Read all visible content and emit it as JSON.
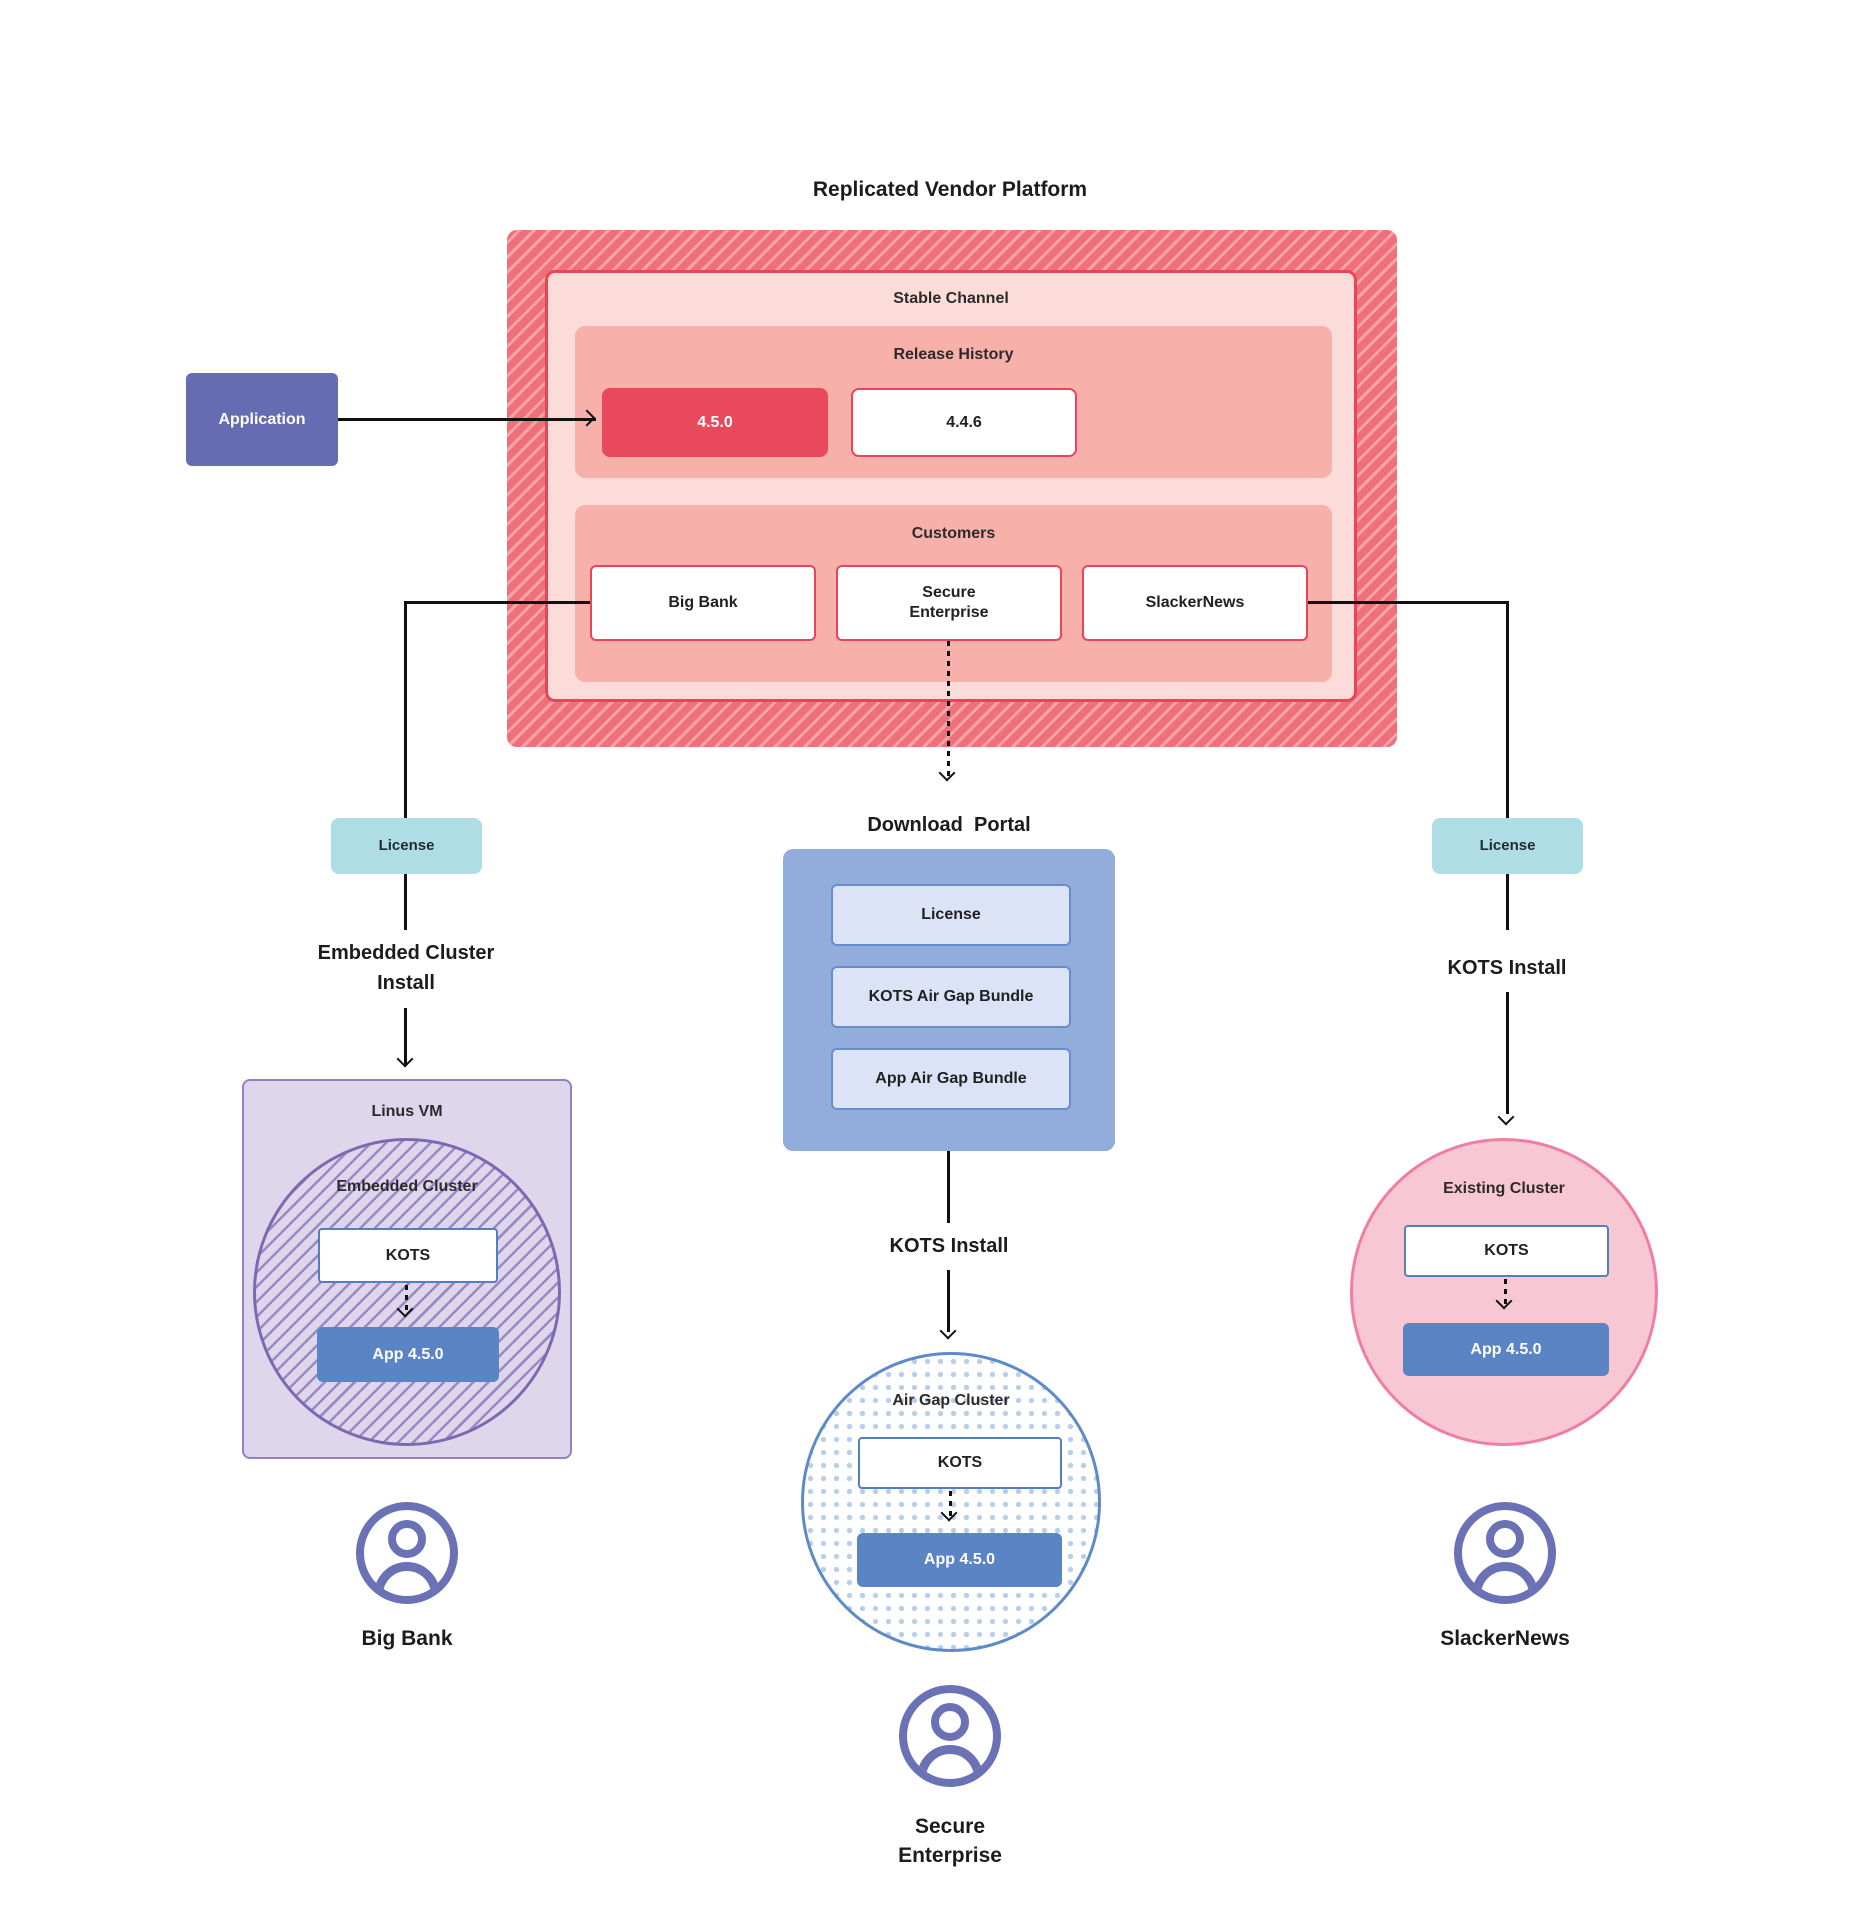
{
  "title": "Replicated Vendor Platform",
  "colors": {
    "platform_border_red": "#e8445a",
    "current_release_red": "#e9495d",
    "channel_salmon": "#f7b0aa",
    "application_purple": "#666cb2",
    "license_teal": "#aedde6",
    "portal_blue": "#92acdb",
    "app_blue": "#5b84c4",
    "vm_lavender": "#ded7ec",
    "existing_cluster_pink": "#f8c7d4",
    "user_icon_purple": "#6a71b5"
  },
  "application": {
    "label": "Application"
  },
  "platform": {
    "stable_channel": {
      "label": "Stable Channel",
      "release_history": {
        "label": "Release History",
        "current_release": "4.5.0",
        "previous_release": "4.4.6"
      },
      "customers": {
        "label": "Customers",
        "big_bank": "Big Bank",
        "secure_enterprise": "Secure\nEnterprise",
        "slackernews": "SlackerNews"
      }
    }
  },
  "big_bank_flow": {
    "license_label": "License",
    "install_label": "Embedded Cluster\nInstall",
    "vm_label": "Linus VM",
    "cluster_label": "Embedded Cluster",
    "kots_label": "KOTS",
    "app_label": "App 4.5.0",
    "customer_label": "Big Bank"
  },
  "secure_enterprise_flow": {
    "portal_label": "Download  Portal",
    "portal_items": [
      "License",
      "KOTS Air Gap Bundle",
      "App Air Gap Bundle"
    ],
    "install_label": "KOTS Install",
    "cluster_label": "Air Gap Cluster",
    "kots_label": "KOTS",
    "app_label": "App 4.5.0",
    "customer_label": "Secure\nEnterprise"
  },
  "slackernews_flow": {
    "license_label": "License",
    "install_label": "KOTS Install",
    "cluster_label": "Existing Cluster",
    "kots_label": "KOTS",
    "app_label": "App 4.5.0",
    "customer_label": "SlackerNews"
  }
}
